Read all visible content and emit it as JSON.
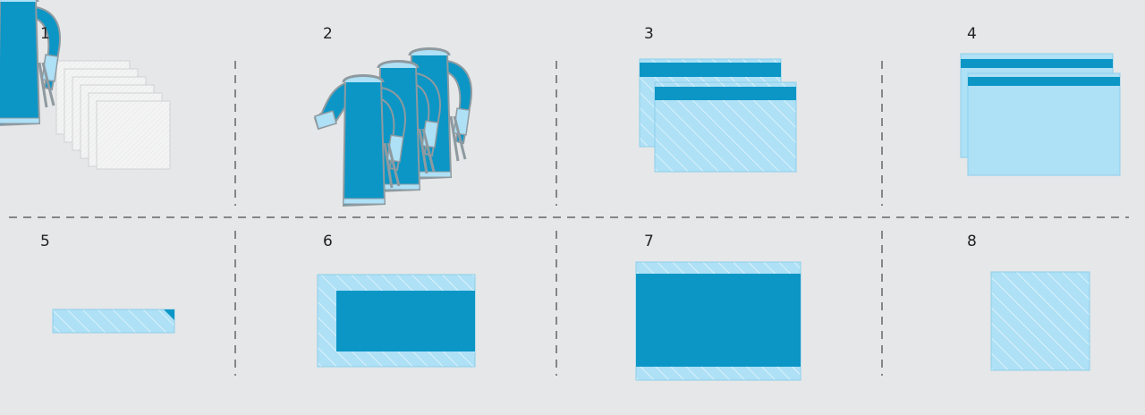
{
  "colors": {
    "background": "#e6e7e8",
    "blue_dark": "#0b96c6",
    "blue_light": "#aee0f6",
    "hatch": "#ffffff",
    "outline": "#8ccfeb",
    "divider": "#666666",
    "gauze": "#f3f3f3",
    "gauze_outline": "#cfd2d4",
    "gown_trim": "#9aa4aa"
  },
  "cells": [
    {
      "number": "1",
      "item": "gauze-swab-stack"
    },
    {
      "number": "2",
      "item": "surgical-gown-set"
    },
    {
      "number": "3",
      "item": "drape-pair-narrow-band"
    },
    {
      "number": "4",
      "item": "drape-pair-thin-band"
    },
    {
      "number": "5",
      "item": "adhesive-tape-strip"
    },
    {
      "number": "6",
      "item": "drape-with-framed-center"
    },
    {
      "number": "7",
      "item": "drape-with-wide-center"
    },
    {
      "number": "8",
      "item": "square-drape"
    }
  ]
}
